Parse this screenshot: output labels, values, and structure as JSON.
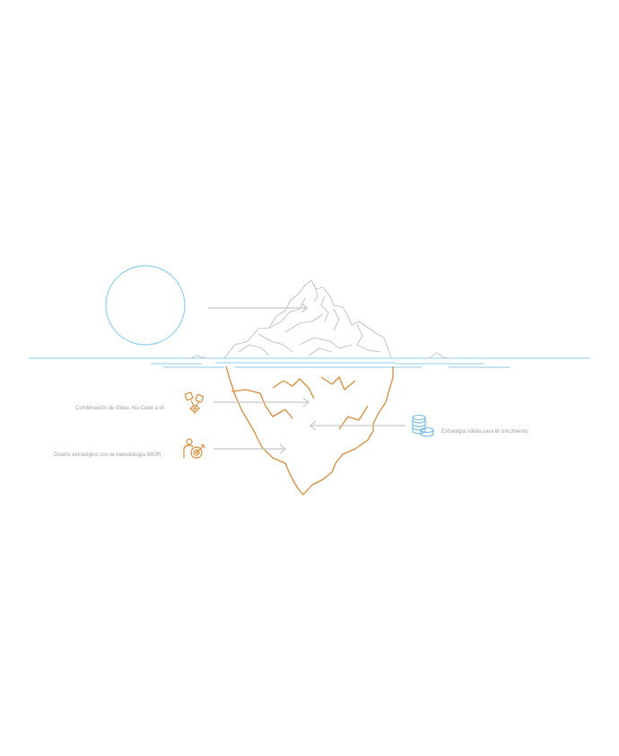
{
  "labels": {
    "combination": "Combinación de Odoo, No-Code e IA",
    "design": "Diseño estratégico con la metodología MIOR",
    "strategy": "Estrategia sólida para el crecimiento"
  },
  "icons": {
    "sun": "sun-circle-icon",
    "combination": "gears-puzzle-icon",
    "design": "person-target-icon",
    "strategy": "coin-stack-icon"
  },
  "colors": {
    "water": "#8ecfee",
    "ice_above": "#c8c8c8",
    "ice_below": "#d98b3a",
    "arrow": "#c8c8c8",
    "icon_orange": "#d98b3a",
    "icon_blue": "#6fb9e6",
    "label": "#9e9e9e"
  }
}
